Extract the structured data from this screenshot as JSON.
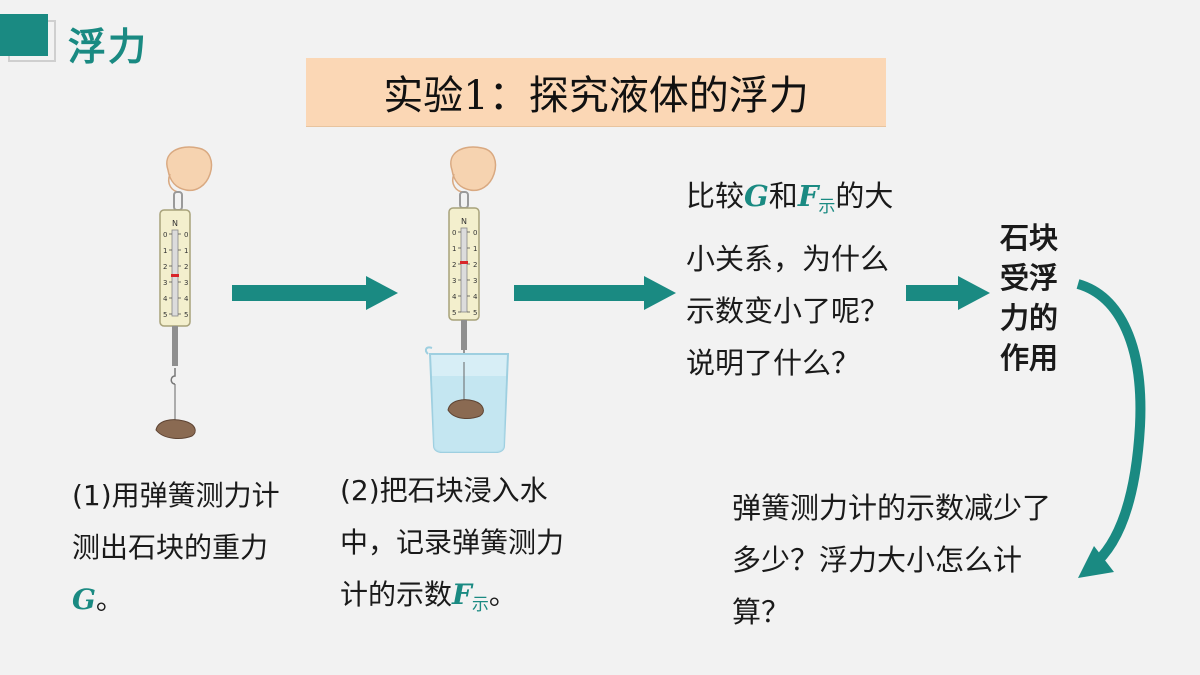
{
  "header": {
    "title": "浮力"
  },
  "banner": {
    "title": "实验1：探究液体的浮力"
  },
  "step1": {
    "prefix": "(1)用弹簧测力计测出石块的重力",
    "var": "G",
    "suffix": "。"
  },
  "step2": {
    "prefix": "(2)把石块浸入水中，记录弹簧测力计的示数",
    "var": "F",
    "sub": "示",
    "suffix": "。"
  },
  "question": {
    "p1": "比较",
    "var1": "G",
    "p2": "和",
    "var2": "F",
    "sub": "示",
    "p3": "的大小关系，为什么示数变小了呢？说明了什么？"
  },
  "result": {
    "text": "石块受浮力的作用"
  },
  "question2": {
    "text": "弹簧测力计的示数减少了多少？浮力大小怎么计算？"
  },
  "colors": {
    "accent": "#1a8a82",
    "banner_bg": "#fbd7b5",
    "background": "#f2f2f2"
  },
  "scale": {
    "unit": "N",
    "ticks": [
      "0",
      "1",
      "2",
      "3",
      "4",
      "5"
    ]
  }
}
